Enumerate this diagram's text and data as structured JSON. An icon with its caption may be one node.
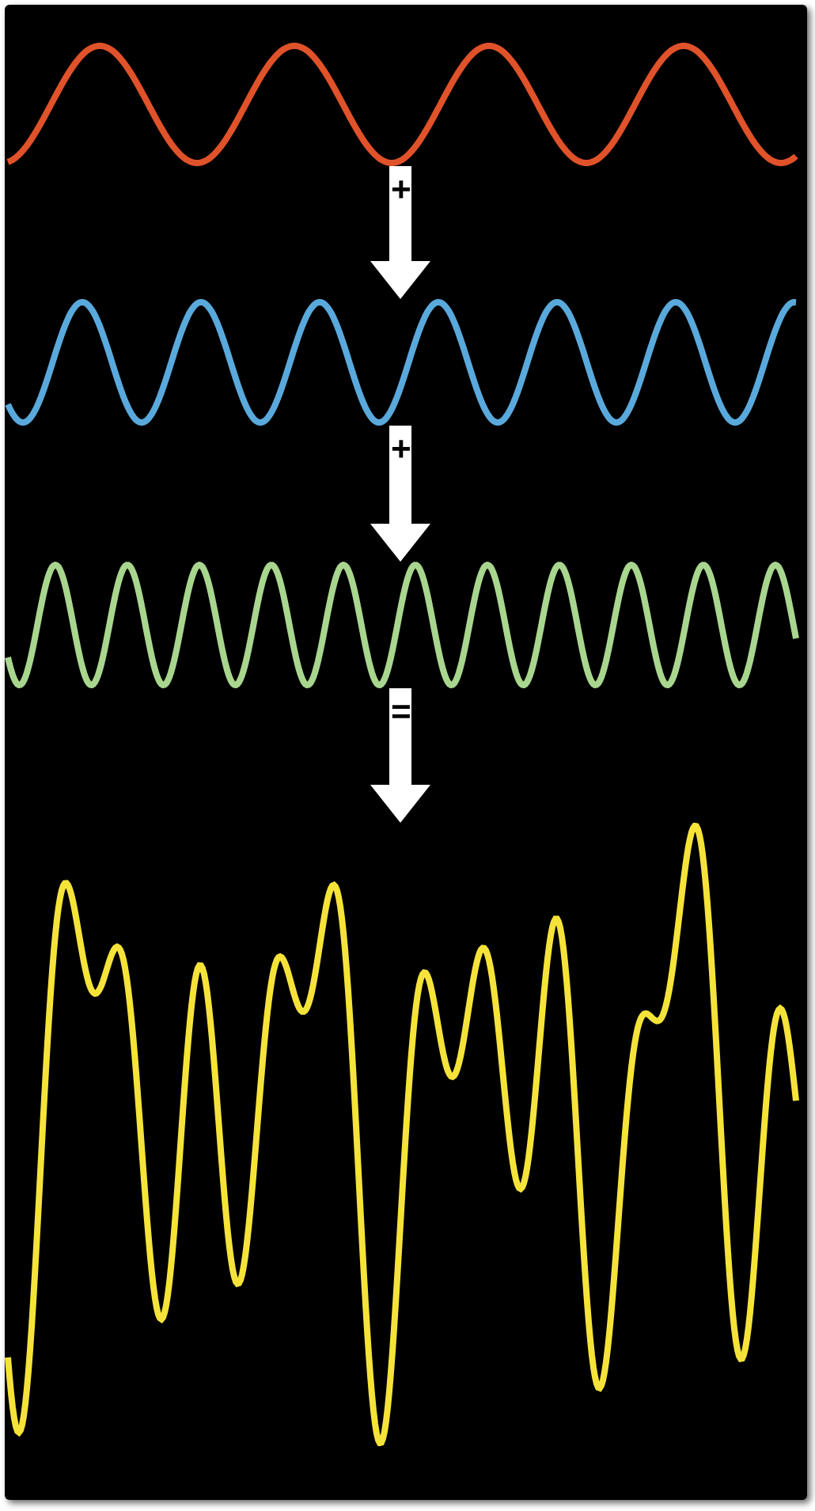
{
  "diagram": {
    "nodes": [
      {
        "text": [],
        "shape": "picture"
      },
      {
        "text": [],
        "shape": "picture"
      },
      {
        "text": [],
        "shape": "picture"
      },
      {
        "text": [],
        "shape": "picture"
      }
    ],
    "edges": [
      {
        "from": 0,
        "to": 1,
        "arrow": "to",
        "label": "+"
      },
      {
        "from": 1,
        "to": 2,
        "arrow": "to",
        "label": "+"
      },
      {
        "from": 2,
        "to": 3,
        "arrow": "to",
        "label": "="
      }
    ]
  }
}
